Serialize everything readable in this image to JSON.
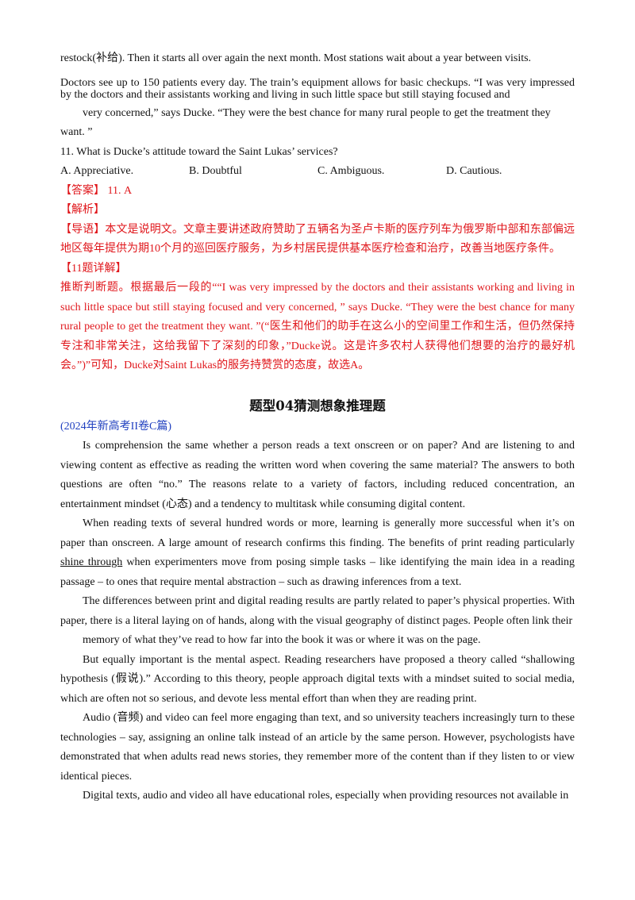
{
  "top": {
    "restock_line": "restock(补给). Then it starts all over again the next month. Most stations wait about a year between visits.",
    "doctors_a": "Doctors see up to 150 patients every day. The train’s equipment allows for basic checkups. “I was very impressed by the doctors and their assistants working and living in such little space but still staying focused and",
    "doctors_b": "very concerned,” says Ducke. “They were the best chance for many rural people to get the treatment they",
    "doctors_c": "want. ”"
  },
  "question": {
    "stem": "11. What is Ducke’s attitude toward the Saint Lukas’ services?",
    "options": [
      "A. Appreciative.",
      "B. Doubtful",
      "C. Ambiguous.",
      "D. Cautious."
    ]
  },
  "answer": {
    "answer_line": "【答案】 11. A",
    "analysis_label": "【解析】",
    "guide": "【导语】本文是说明文。文章主要讲述政府赞助了五辆名为圣卢卡斯的医疗列车为俄罗斯中部和东部偏远地区每年提供为期10个月的巡回医疗服务，为乡村居民提供基本医疗检查和治疗，改善当地医疗条件。",
    "detail_label": "【11题详解】",
    "detail": "推断判断题。根据最后一段的““I was very impressed by the doctors and their assistants working and living in such little space but still staying focused and very concerned, ” says Ducke. “They were the best chance for many rural people to get the treatment they want. ”(“医生和他们的助手在这么小的空间里工作和生活，但仍然保持专注和非常关注，这给我留下了深刻的印象，”Ducke说。这是许多农村人获得他们想要的治疗的最好机会。”)”可知，Ducke对Saint Lukas的服务持赞赏的态度，故选A。"
  },
  "section": {
    "title": "题型04猜测想象推理题",
    "source": "(2024年新高考II卷C篇)"
  },
  "passage": {
    "p1": "Is comprehension the same whether a person reads a text onscreen or on paper? And are listening to and viewing content as effective as reading the written word when covering the same material? The answers to both questions are often “no.” The reasons relate to a variety of factors, including reduced concentration, an entertainment mindset (心态) and a tendency to multitask while consuming digital content.",
    "p2_a": "When reading texts of several hundred words or more, learning is generally more successful when it’s on paper than onscreen. A large amount of research confirms this finding. The benefits of print reading particularly",
    "p2_u": "shine through",
    "p2_b": " when experimenters move from posing simple tasks – like identifying the main idea in a reading passage – to ones that require mental abstraction – such as drawing inferences from a text.",
    "p3_a": "The differences between print and digital reading results are partly related to paper’s physical properties. With paper, there is a literal laying on of hands, along with the visual geography of distinct pages. People often link their",
    "p3_b": "memory of what they’ve read to how far into the book it was or where it was on the page.",
    "p4": "But equally important is the mental aspect. Reading researchers have proposed a theory called “shallowing hypothesis (假说).” According to this theory, people approach digital texts with a mindset suited to social media, which are often not so serious, and devote less mental effort than when they are reading print.",
    "p5": "Audio (音频) and video can feel more engaging than text, and so university teachers increasingly turn to these technologies – say, assigning an online talk instead of an article by the same person. However, psychologists have demonstrated that when adults read news stories, they remember more of the content than if they listen to or view identical pieces.",
    "p6": "Digital texts, audio and video all have educational roles, especially when providing resources not available in"
  }
}
